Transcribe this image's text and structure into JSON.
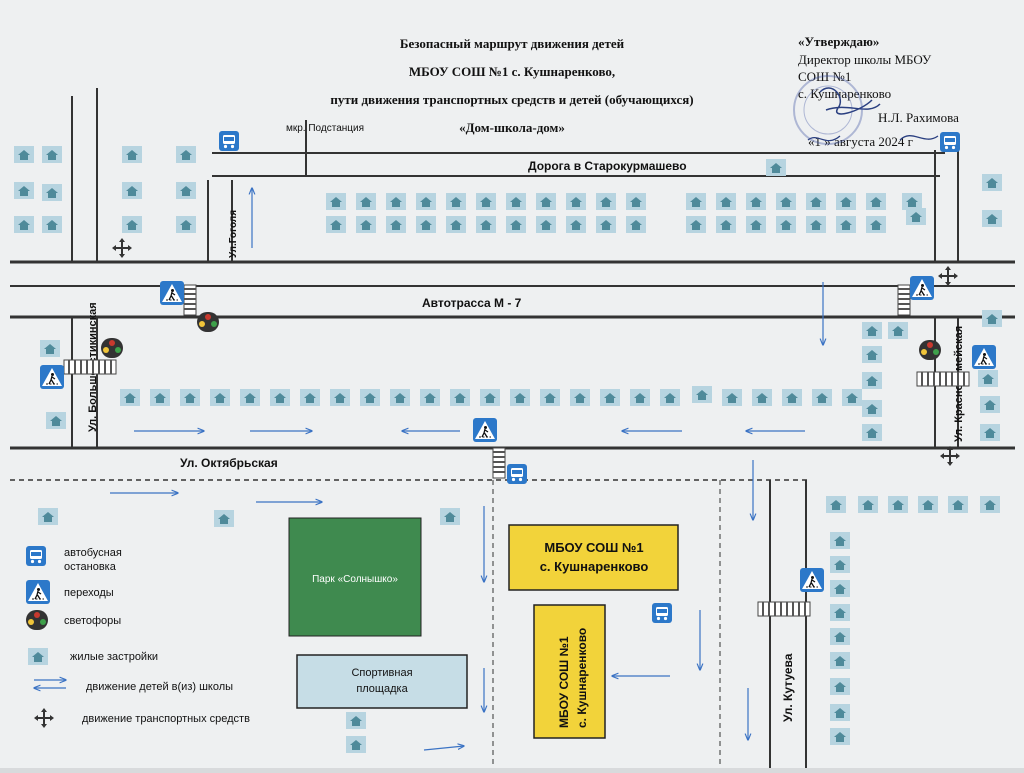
{
  "title": {
    "line1": "Безопасный маршрут движения детей",
    "line2": "МБОУ СОШ №1 с. Кушнаренково,",
    "line3": "пути движения транспортных средств и детей (обучающихся)",
    "line4": "«Дом-школа-дом»"
  },
  "approval": {
    "line1": "«Утверждаю»",
    "line2": "Директор школы МБОУ",
    "line3": "СОШ №1",
    "line4": "с. Кушнаренково",
    "line5": "Н.Л. Рахимова",
    "line6": "«1 » августа 2024 г"
  },
  "map": {
    "mkr": "мкр. Подстанция",
    "road_starokurmashevo": "Дорога в  Старокурмашево",
    "highway": "Автотрасса М - 7",
    "street_gogolya": "Ул.Гоголя",
    "street_bolsheustikinskaya": "Ул. Большеустикинская",
    "street_krasnoarmeyskaya": "Ул. Красноармейская",
    "street_oktyabrskaya": "Ул. Октябрьская",
    "street_kutueva": "Ул. Кутуева",
    "park": "Парк «Солнышко»",
    "sports_line1": "Спортивная",
    "sports_line2": "площадка",
    "school_label_line1": "МБОУ СОШ №1",
    "school_label_line2": "с. Кушнаренково",
    "school_building_line1": "МБОУ СОШ №1",
    "school_building_line2": "с. Кушнаренково"
  },
  "legend": {
    "bus_stop_line1": "автобусная",
    "bus_stop_line2": "остановка",
    "crossing": "переходы",
    "traffic_light": "светофоры",
    "houses": "жилые застройки",
    "children_route": "движение детей в(из) школы",
    "vehicles": "движение транспортных средств"
  },
  "colors": {
    "paper": "#eef0f1",
    "house_tile": "#b7d4e0",
    "house_icon": "#4f8a9a",
    "park": "#3f8a4f",
    "school_yellow": "#f2d33a",
    "sports": "#c6dde6",
    "arrow_blue": "#3b73c4",
    "road": "#333333",
    "sign_blue": "#2c78c9"
  }
}
